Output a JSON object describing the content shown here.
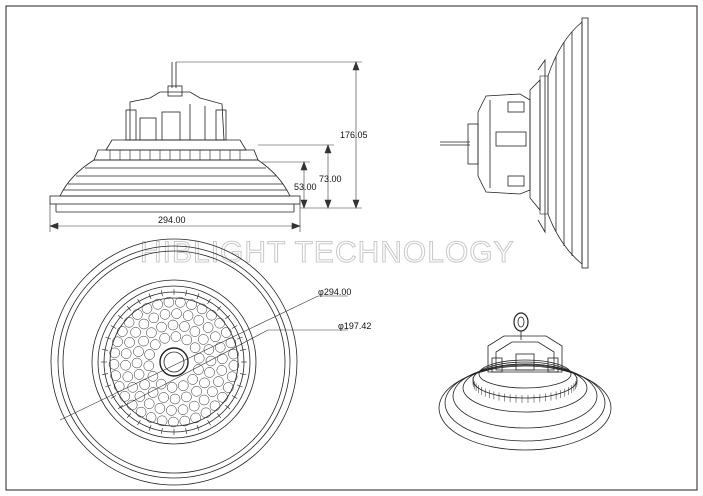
{
  "watermark": "HIBLIGHT TECHNOLOGY",
  "dimensions": {
    "height_total": "176.05",
    "height_mid": "73.00",
    "height_low": "53.00",
    "width": "294.00",
    "diameter_outer": "φ294.00",
    "diameter_inner": "φ197.42"
  }
}
